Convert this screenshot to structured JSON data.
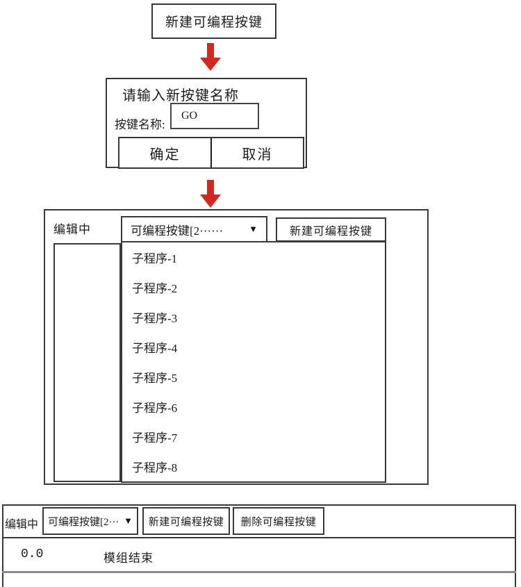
{
  "colors": {
    "arrow_red": "#d2281f",
    "border_dark": "#383838",
    "row_line_gray": "#8a8a8a"
  },
  "flow": {
    "start_button": "新建可编程按键",
    "dialog": {
      "title": "请输入新按键名称",
      "name_label": "按键名称:",
      "name_value": "GO",
      "ok_label": "确定",
      "cancel_label": "取消"
    },
    "editor_panel": {
      "status_label": "编辑中",
      "dropdown_value": "可编程按键[2······",
      "dropdown_icon": "▼",
      "new_button_label": "新建可编程按键",
      "subprograms": [
        "子程序-1",
        "子程序-2",
        "子程序-3",
        "子程序-4",
        "子程序-5",
        "子程序-6",
        "子程序-7",
        "子程序-8"
      ]
    },
    "bottom_panel": {
      "status_label": "编辑中",
      "dropdown_value": "可编程按键[2···",
      "dropdown_icon": "▼",
      "new_button_label": "新建可编程按键",
      "delete_button_label": "删除可编程按键",
      "program_row": {
        "line_number": "0.0",
        "instruction": "模组结束"
      }
    }
  }
}
